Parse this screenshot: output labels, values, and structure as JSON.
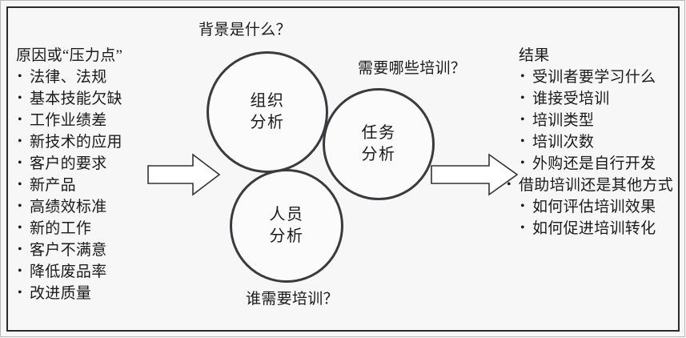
{
  "diagram": {
    "title_context": "背景是什么？",
    "title_training": "需要哪些培训？",
    "title_who": "谁需要培训？",
    "background_color": "#f7f7f7",
    "line_color": "#3a3a3f"
  },
  "left_column": {
    "heading": "原因或“压力点”",
    "items": [
      "法律、法规",
      "基本技能欠缺",
      "工作业绩差",
      "新技术的应用",
      "客户的要求",
      "新产品",
      "高绩效标准",
      "新的工作",
      "客户不满意",
      "降低废品率",
      "改进质量"
    ]
  },
  "circles": [
    {
      "name": "organization-analysis",
      "line1": "组织",
      "line2": "分析"
    },
    {
      "name": "task-analysis",
      "line1": "任务",
      "line2": "分析"
    },
    {
      "name": "people-analysis",
      "line1": "人员",
      "line2": "分析"
    }
  ],
  "right_column": {
    "heading": "结果",
    "items": [
      "受训者要学习什么",
      "谁接受培训",
      "培训类型",
      "培训次数",
      "外购还是自行开发",
      "借助培训还是其他方式",
      "如何评估培训效果",
      "如何促进培训转化"
    ]
  },
  "arrows": [
    {
      "name": "arrow-left",
      "direction": "right"
    },
    {
      "name": "arrow-right",
      "direction": "right"
    }
  ]
}
